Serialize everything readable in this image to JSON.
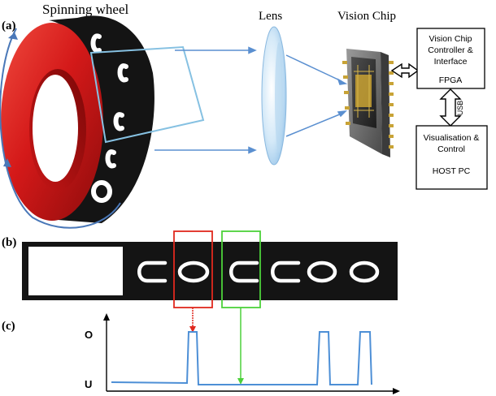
{
  "panel_a": {
    "label": "(a)",
    "wheel_title": "Spinning wheel",
    "lens_title": "Lens",
    "chip_title": "Vision Chip",
    "fpga_box": {
      "line1": "Vision Chip",
      "line2": "Controller &",
      "line3": "Interface",
      "line4": "FPGA"
    },
    "usb_label": "USB",
    "host_box": {
      "line1": "Visualisation &",
      "line2": "Control",
      "line3": "HOST PC"
    }
  },
  "panel_b": {
    "label": "(b)",
    "symbols": [
      "U",
      "O",
      "U",
      "U",
      "O",
      "O"
    ],
    "highlight_colors": {
      "red": "#e0281e",
      "green": "#4cd13a"
    }
  },
  "panel_c": {
    "label": "(c)",
    "y_tick_top": "O",
    "y_tick_bottom": "U"
  },
  "colors": {
    "wheel_red": "#d41919",
    "wheel_black": "#141414",
    "signal_blue": "#4d8fd6",
    "arrow_blue": "#5a8fd0"
  }
}
